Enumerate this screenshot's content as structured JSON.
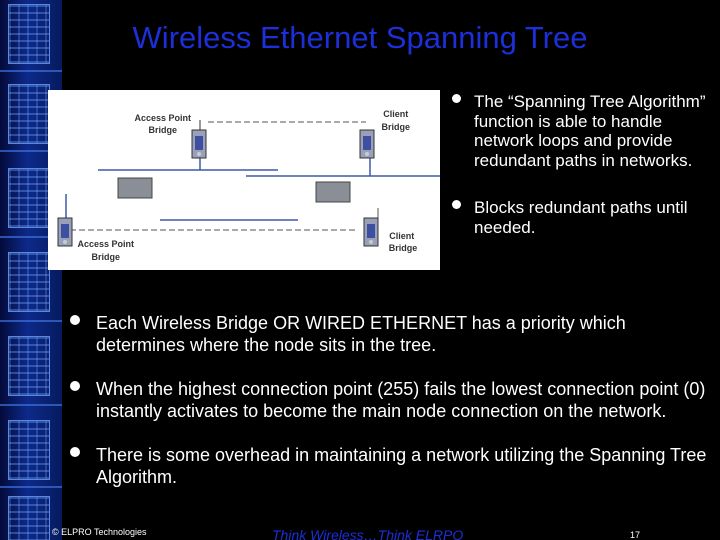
{
  "title": "Wireless Ethernet Spanning Tree",
  "diagram": {
    "labels": {
      "ap_top": [
        "Access Point",
        "Bridge"
      ],
      "client_top": [
        "Client",
        "Bridge"
      ],
      "ap_bottom": [
        "Access Point",
        "Bridge"
      ],
      "client_bottom": [
        "Client",
        "Bridge"
      ]
    }
  },
  "right_bullets": [
    "The “Spanning Tree Algorithm” function is able to handle network loops and provide redundant paths in networks.",
    "Blocks redundant paths until needed."
  ],
  "main_bullets": [
    "Each Wireless Bridge OR WIRED ETHERNET has a priority which determines where the node sits in the tree.",
    "When the highest connection point (255) fails the lowest connection point (0) instantly activates to become the main node connection on the network.",
    "There is some overhead in maintaining a network utilizing the Spanning Tree Algorithm."
  ],
  "footer": {
    "copyright": "© ELPRO Technologies",
    "tagline": "Think Wireless…Think ELRPO",
    "page_number": "17"
  }
}
